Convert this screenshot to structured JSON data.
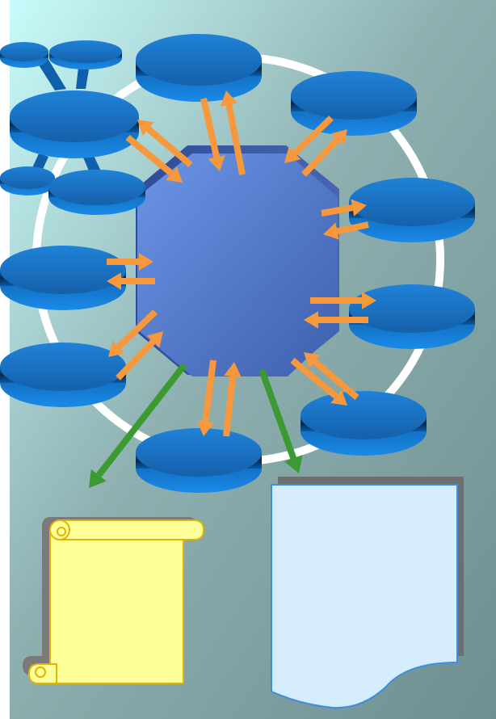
{
  "colors": {
    "background_top_left": "#c8fbfb",
    "background_bottom_right": "#6d8f8f",
    "hub_octagon": "#4a6fc4",
    "node_disc": "#1e78d0",
    "exchange_arrow": "#f7983c",
    "output_arrow": "#3c9a32",
    "ring": "#ffffff",
    "scroll": "#ffff99",
    "document": "#d4ecfc"
  },
  "diagram": {
    "hub": {
      "shape": "octagon",
      "icon": "hub-octagon"
    },
    "ring": {
      "shape": "circle",
      "icon": "orbit-ring"
    },
    "nodes": [
      {
        "id": "top",
        "icon": "node-disc"
      },
      {
        "id": "top-right",
        "icon": "node-disc"
      },
      {
        "id": "right-upper",
        "icon": "node-disc"
      },
      {
        "id": "right-lower",
        "icon": "node-disc"
      },
      {
        "id": "bottom-right",
        "icon": "node-disc"
      },
      {
        "id": "bottom",
        "icon": "node-disc"
      },
      {
        "id": "left-lower",
        "icon": "node-disc"
      },
      {
        "id": "left-upper",
        "icon": "node-disc"
      },
      {
        "id": "top-left",
        "icon": "node-disc",
        "sub_nodes": 4
      }
    ],
    "exchange_arrows_per_node": 2,
    "outputs": [
      {
        "id": "scroll",
        "icon": "scroll-icon"
      },
      {
        "id": "document",
        "icon": "document-icon"
      }
    ]
  }
}
